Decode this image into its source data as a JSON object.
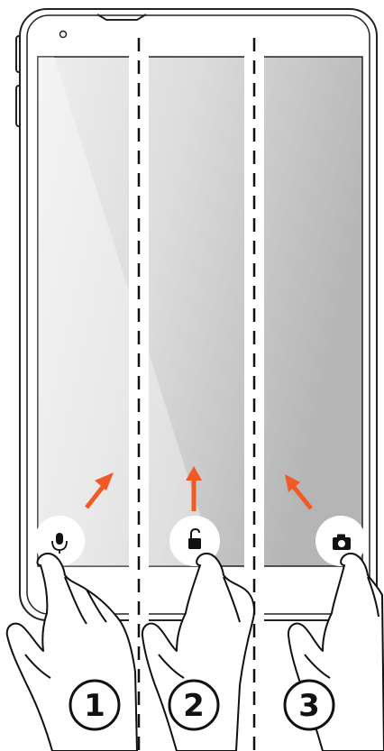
{
  "steps": [
    {
      "number": "1",
      "icon": "microphone-icon",
      "arrow": "up-right"
    },
    {
      "number": "2",
      "icon": "unlock-icon",
      "arrow": "up"
    },
    {
      "number": "3",
      "icon": "camera-icon",
      "arrow": "up-left"
    }
  ],
  "colors": {
    "arrow": "#f15a24",
    "screen_light": "#ececec",
    "screen_dark": "#b9b9b9",
    "outline": "#222222"
  }
}
